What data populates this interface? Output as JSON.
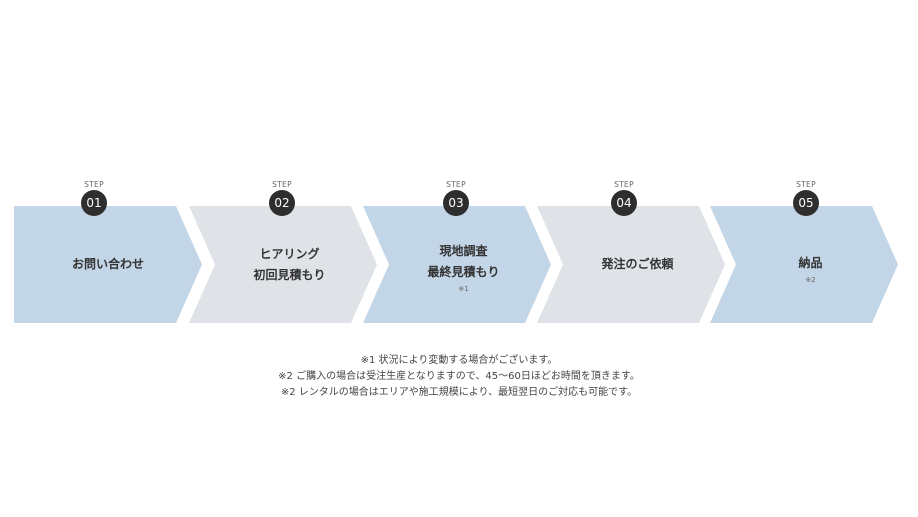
{
  "colors": {
    "blue": "#c3d6e7",
    "gray": "#dfe3e8",
    "badge": "#2e2e2e",
    "text": "#333333"
  },
  "flow": {
    "step_label": "STEP",
    "steps": [
      {
        "number": "01",
        "lines": [
          "お問い合わせ"
        ],
        "note": "",
        "color": "blue"
      },
      {
        "number": "02",
        "lines": [
          "ヒアリング",
          "初回見積もり"
        ],
        "note": "",
        "color": "gray"
      },
      {
        "number": "03",
        "lines": [
          "現地調査",
          "最終見積もり"
        ],
        "note": "※1",
        "color": "blue"
      },
      {
        "number": "04",
        "lines": [
          "発注のご依頼"
        ],
        "note": "",
        "color": "gray"
      },
      {
        "number": "05",
        "lines": [
          "納品"
        ],
        "note": "※2",
        "color": "blue"
      }
    ]
  },
  "notes": [
    "※1 状況により変動する場合がございます。",
    "※2 ご購入の場合は受注生産となりますので、45〜60日ほどお時間を頂きます。",
    "※2 レンタルの場合はエリアや施工規模により、最短翌日のご対応も可能です。"
  ]
}
